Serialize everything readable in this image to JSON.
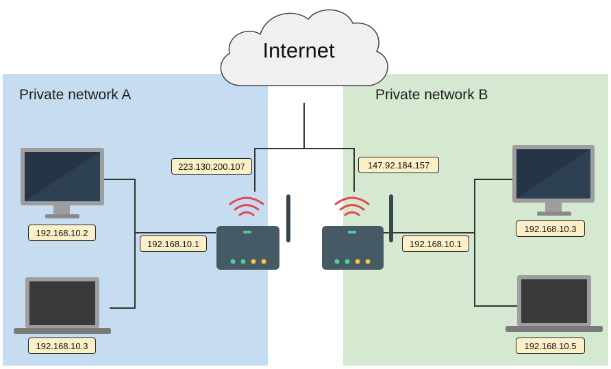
{
  "colors": {
    "zone_a": "#c6dcf0",
    "zone_b": "#d5e8d0",
    "label_fill": "#fcf0c8",
    "router_body": "#455a64",
    "wifi": "#e8454c",
    "led_green": "#4dd0a0",
    "led_yellow": "#f4c542",
    "screen": "#263545",
    "device_frame": "#9e9e9e"
  },
  "cloud": {
    "label": "Internet",
    "icon": "cloud-icon"
  },
  "networks": {
    "a": {
      "title": "Private network A",
      "public_ip": "223.130.200.107",
      "router_ip": "192.168.10.1",
      "devices": [
        {
          "type": "desktop",
          "icon": "monitor-icon",
          "ip": "192.168.10.2"
        },
        {
          "type": "laptop",
          "icon": "laptop-icon",
          "ip": "192.168.10.3"
        }
      ]
    },
    "b": {
      "title": "Private network B",
      "public_ip": "147.92.184.157",
      "router_ip": "192.168.10.1",
      "devices": [
        {
          "type": "desktop",
          "icon": "monitor-icon",
          "ip": "192.168.10.3"
        },
        {
          "type": "laptop",
          "icon": "laptop-icon",
          "ip": "192.168.10.5"
        }
      ]
    }
  }
}
